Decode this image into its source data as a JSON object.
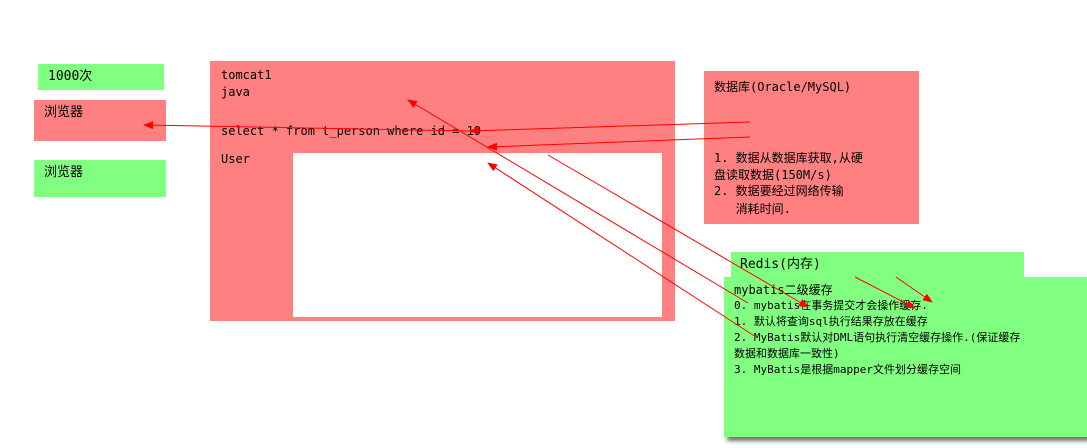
{
  "counter_label": "1000次",
  "browser1_label": "浏览器",
  "browser2_label": "浏览器",
  "tomcat": {
    "line1": "tomcat1",
    "line2": "java",
    "query": "select * from t_person where id = 19",
    "user_label": "User"
  },
  "database": {
    "title": "数据库(Oracle/MySQL)",
    "note1": "1. 数据从数据库获取,从硬",
    "note1b": "盘读取数据(150M/s)",
    "note2": "2. 数据要经过网络传输",
    "note2b": "   消耗时间."
  },
  "redis": {
    "title": "Redis(内存)"
  },
  "mybatis": {
    "title": "mybatis二级缓存",
    "line0": "0. mybatis在事务提交才会操作缓存.",
    "line1": "1. 默认将查询sql执行结果存放在缓存",
    "line2": "2. MyBatis默认对DML语句执行清空缓存操作.(保证缓存",
    "line2b": "数据和数据库一致性)",
    "line3": "3. MyBatis是根据mapper文件划分缓存空间"
  },
  "colors": {
    "green": "#80ff80",
    "red": "#ff8080",
    "arrow": "#ff0000"
  }
}
